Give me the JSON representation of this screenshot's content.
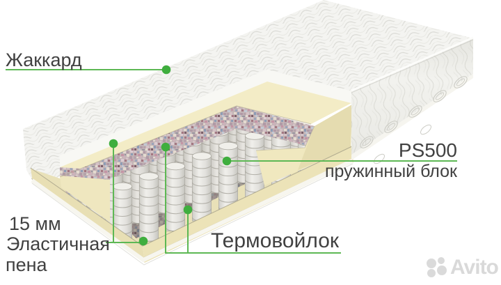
{
  "labels": {
    "jacquard": "Жаккард",
    "spring_model": "PS500",
    "spring_block": "пружинный блок",
    "foam_thickness": "15 мм",
    "foam_line2": "Эластичная",
    "foam_line3": "пена",
    "thermofelt": "Термовойлок"
  },
  "watermark": {
    "brand": "Avito"
  },
  "colors": {
    "accent_green": "#5db854",
    "dot_green": "#3fae3e",
    "label_text": "#414141",
    "watermark_gray": "#d9d9d9"
  },
  "illustration": {
    "subject": "mattress cutaway cross-section"
  }
}
